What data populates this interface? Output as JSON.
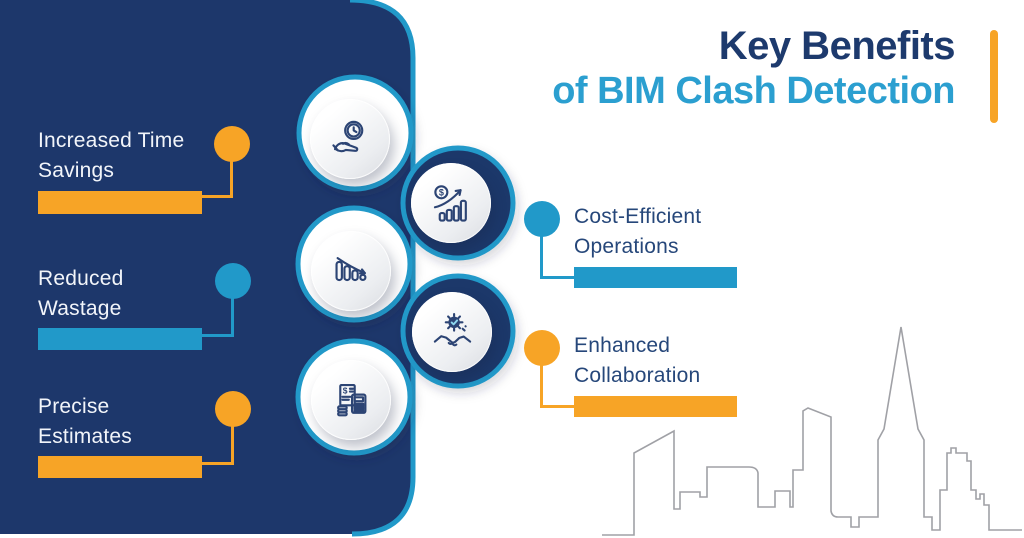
{
  "title": {
    "line1": "Key Benefits",
    "line2": "of BIM Clash Detection"
  },
  "colors": {
    "panel_navy": "#1D376B",
    "teal": "#2199C9",
    "orange": "#F7A426",
    "title_navy": "#1D3A6D",
    "title_teal": "#2B9FD0",
    "label_light": "#F2F5FA",
    "label_navy": "#26477A",
    "icon_navy": "#2C4474",
    "check_teal": "#8ED8F0",
    "skyline_gray": "#A0A1A6",
    "white": "#FFFFFF"
  },
  "left_benefits": [
    {
      "id": "increased-time-savings",
      "line1": "Increased Time",
      "line2": "Savings",
      "accent_color": "#F7A426"
    },
    {
      "id": "reduced-wastage",
      "line1": "Reduced",
      "line2": "Wastage",
      "accent_color": "#2199C9"
    },
    {
      "id": "precise-estimates",
      "line1": "Precise",
      "line2": "Estimates",
      "accent_color": "#F7A426"
    }
  ],
  "right_benefits": [
    {
      "id": "cost-efficient-operations",
      "line1": "Cost-Efficient",
      "line2": "Operations",
      "accent_color": "#2199C9"
    },
    {
      "id": "enhanced-collaboration",
      "line1": "Enhanced",
      "line2": "Collaboration",
      "accent_color": "#F7A426"
    }
  ],
  "center_icons": [
    {
      "name": "clock-in-hand-icon",
      "benefit": "Increased Time Savings"
    },
    {
      "name": "coin-growth-chart-icon",
      "benefit": "Cost-Efficient Operations"
    },
    {
      "name": "declining-bars-icon",
      "benefit": "Reduced Wastage"
    },
    {
      "name": "gear-handshake-icon",
      "benefit": "Enhanced Collaboration"
    },
    {
      "name": "invoice-calculator-icon",
      "benefit": "Precise Estimates"
    }
  ]
}
